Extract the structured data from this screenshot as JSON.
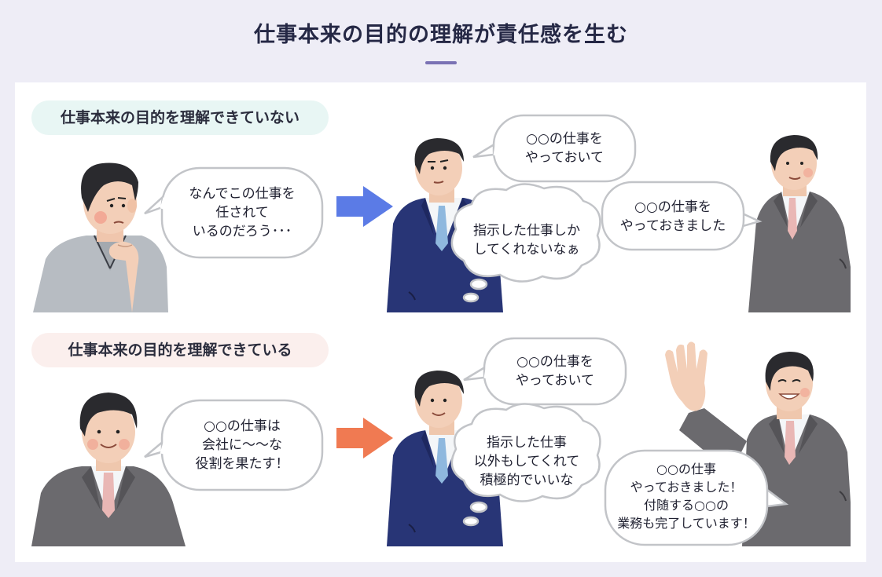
{
  "title": "仕事本来の目的の理解が責任感を生む",
  "sections": {
    "top": {
      "label": "仕事本来の目的を理解できていない",
      "thought": [
        "なんでこの仕事を",
        "任されて",
        "いるのだろう･･･"
      ],
      "boss_request": [
        "○○の仕事を",
        "やっておいて"
      ],
      "boss_thought": [
        "指示した仕事しか",
        "してくれないなぁ"
      ],
      "worker_reply": [
        "○○の仕事を",
        "やっておきました"
      ]
    },
    "bottom": {
      "label": "仕事本来の目的を理解できている",
      "thought": [
        "○○の仕事は",
        "会社に〜〜な",
        "役割を果たす！"
      ],
      "boss_request": [
        "○○の仕事を",
        "やっておいて"
      ],
      "boss_thought": [
        "指示した仕事",
        "以外もしてくれて",
        "積極的でいいな"
      ],
      "worker_reply": [
        "○○の仕事",
        "やっておきました！",
        "付随する○○の",
        "業務も完了しています！"
      ]
    }
  },
  "colors": {
    "arrow_top": "#5b7be6",
    "arrow_bottom": "#f07a52",
    "accent": "#7a72b4",
    "suit_navy": "#283576",
    "suit_gray": "#6b6a6e"
  },
  "icons": [
    "right-arrow-icon",
    "speech-bubble-icon",
    "thought-bubble-icon"
  ]
}
